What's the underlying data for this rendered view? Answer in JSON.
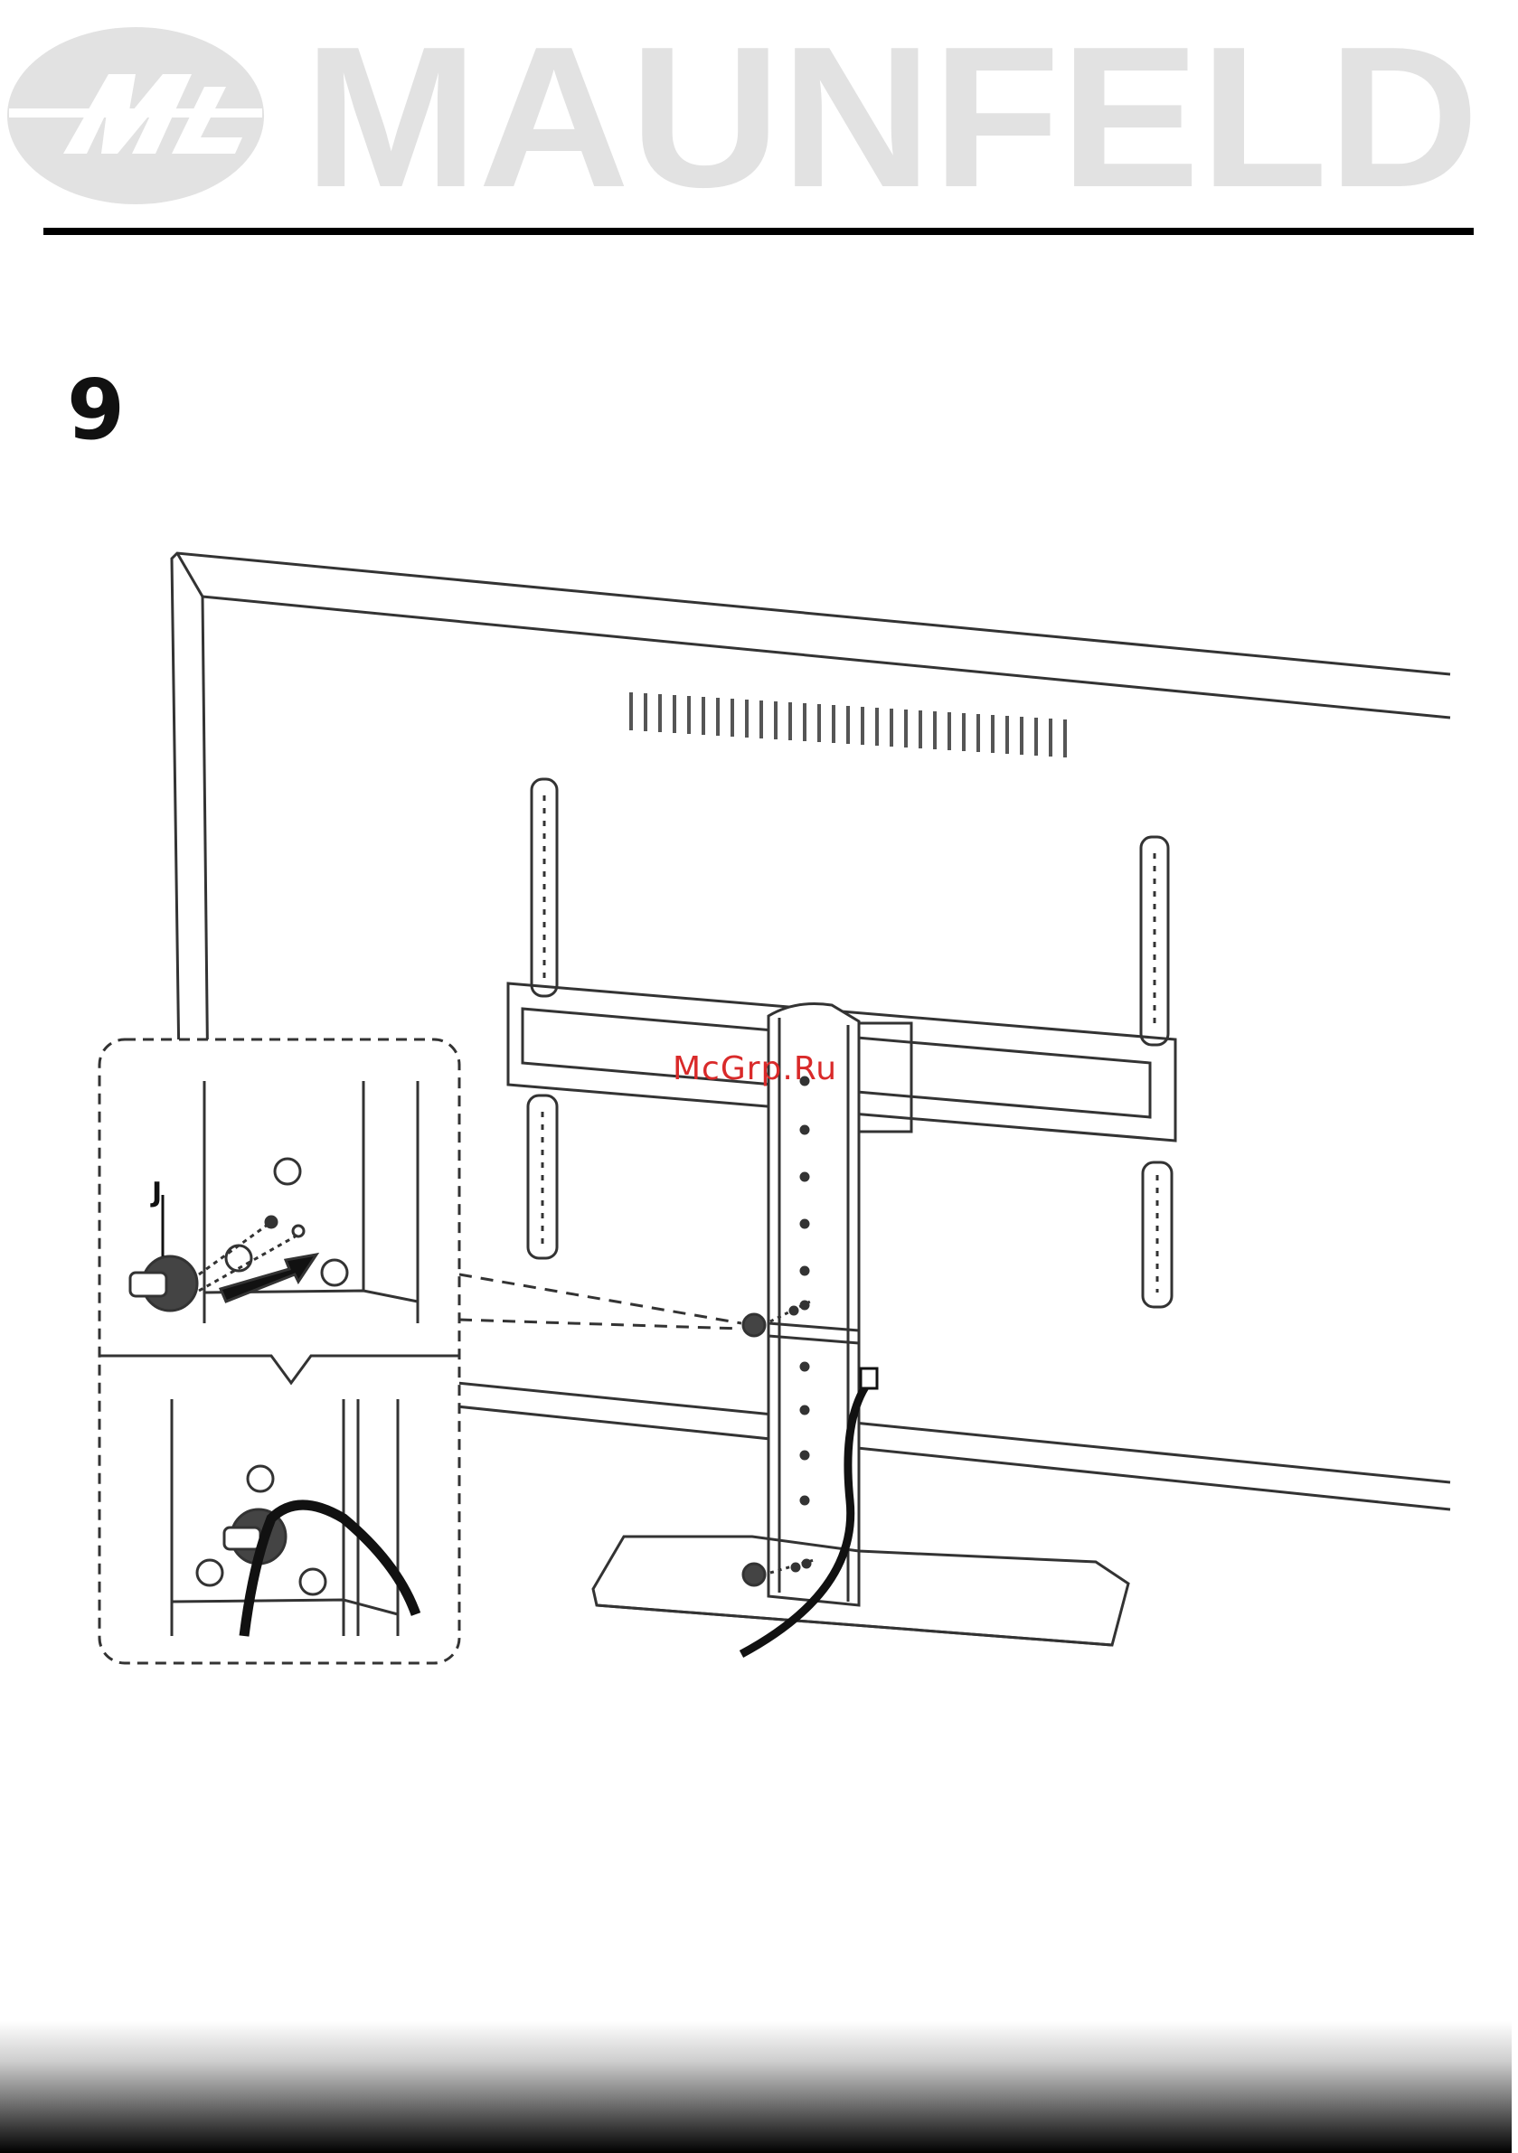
{
  "header": {
    "brand": "MAUNFELD",
    "brand_mark": "ML"
  },
  "step": {
    "number": "9"
  },
  "callout": {
    "part_label": "J"
  },
  "watermark": "McGrp.Ru",
  "colors": {
    "logo_gray": "#e2e2e2",
    "line": "#222222",
    "watermark": "#d92a2a"
  }
}
